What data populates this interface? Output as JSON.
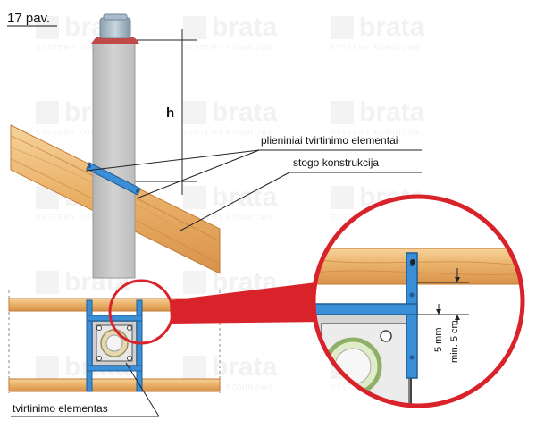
{
  "figure": {
    "number_label": "17 pav.",
    "height_label": "h",
    "labels": {
      "steel_elements": "plieniniai tvirtinimo elementai",
      "roof_structure": "stogo konstrukcija",
      "fixing_element": "tvirtinimo elementas",
      "gap_5mm": "5 mm",
      "gap_min5cm": "min. 5 cm"
    },
    "watermark": {
      "brand": "brata",
      "tagline": "SYSTEMY KOMINOWE"
    }
  },
  "colors": {
    "wood_light": "#f7d9a8",
    "wood_mid": "#ecb067",
    "wood_dark": "#c7772e",
    "chimney": "#c6c6c6",
    "steel_blue": "#3a8fd6",
    "magnifier_red": "#d8232a",
    "cap_top": "#9fb2c0",
    "cap_base": "#c04a4a"
  }
}
